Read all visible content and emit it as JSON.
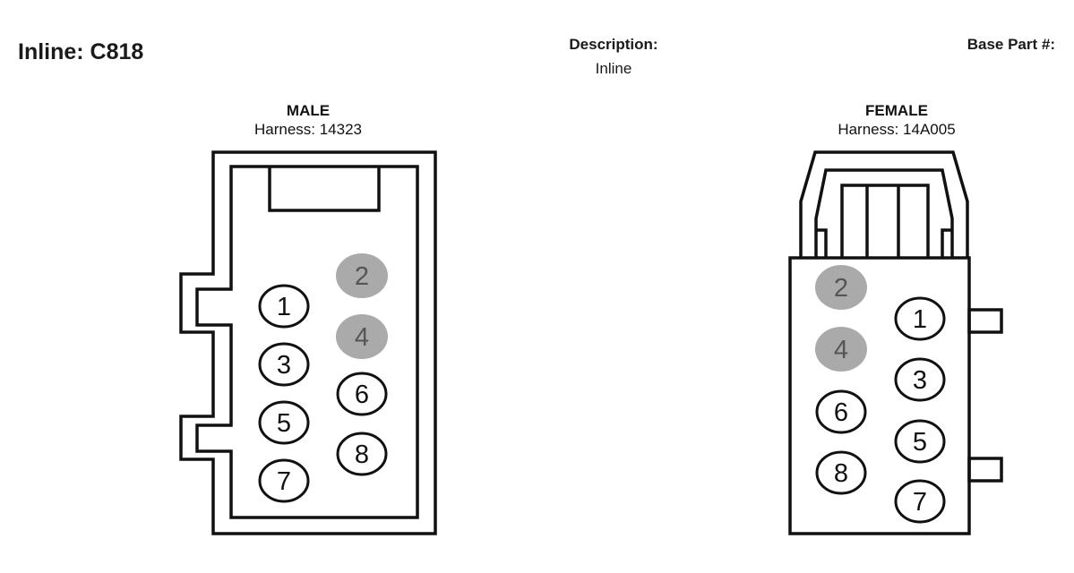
{
  "header": {
    "title": "Inline: C818",
    "description_label": "Description:",
    "description_value": "Inline",
    "base_part_label": "Base Part #:"
  },
  "male": {
    "label": "MALE",
    "harness": "Harness: 14323",
    "pins": [
      {
        "num": "1",
        "status": "populated"
      },
      {
        "num": "2",
        "status": "empty"
      },
      {
        "num": "3",
        "status": "populated"
      },
      {
        "num": "4",
        "status": "empty"
      },
      {
        "num": "5",
        "status": "populated"
      },
      {
        "num": "6",
        "status": "populated"
      },
      {
        "num": "7",
        "status": "populated"
      },
      {
        "num": "8",
        "status": "populated"
      }
    ]
  },
  "female": {
    "label": "FEMALE",
    "harness": "Harness: 14A005",
    "pins": [
      {
        "num": "1",
        "status": "populated"
      },
      {
        "num": "2",
        "status": "empty"
      },
      {
        "num": "3",
        "status": "populated"
      },
      {
        "num": "4",
        "status": "empty"
      },
      {
        "num": "5",
        "status": "populated"
      },
      {
        "num": "6",
        "status": "populated"
      },
      {
        "num": "7",
        "status": "populated"
      },
      {
        "num": "8",
        "status": "populated"
      }
    ]
  },
  "colors": {
    "empty_pin_fill": "#aaaaaa",
    "populated_pin_fill": "#ffffff",
    "outline": "#111111"
  }
}
